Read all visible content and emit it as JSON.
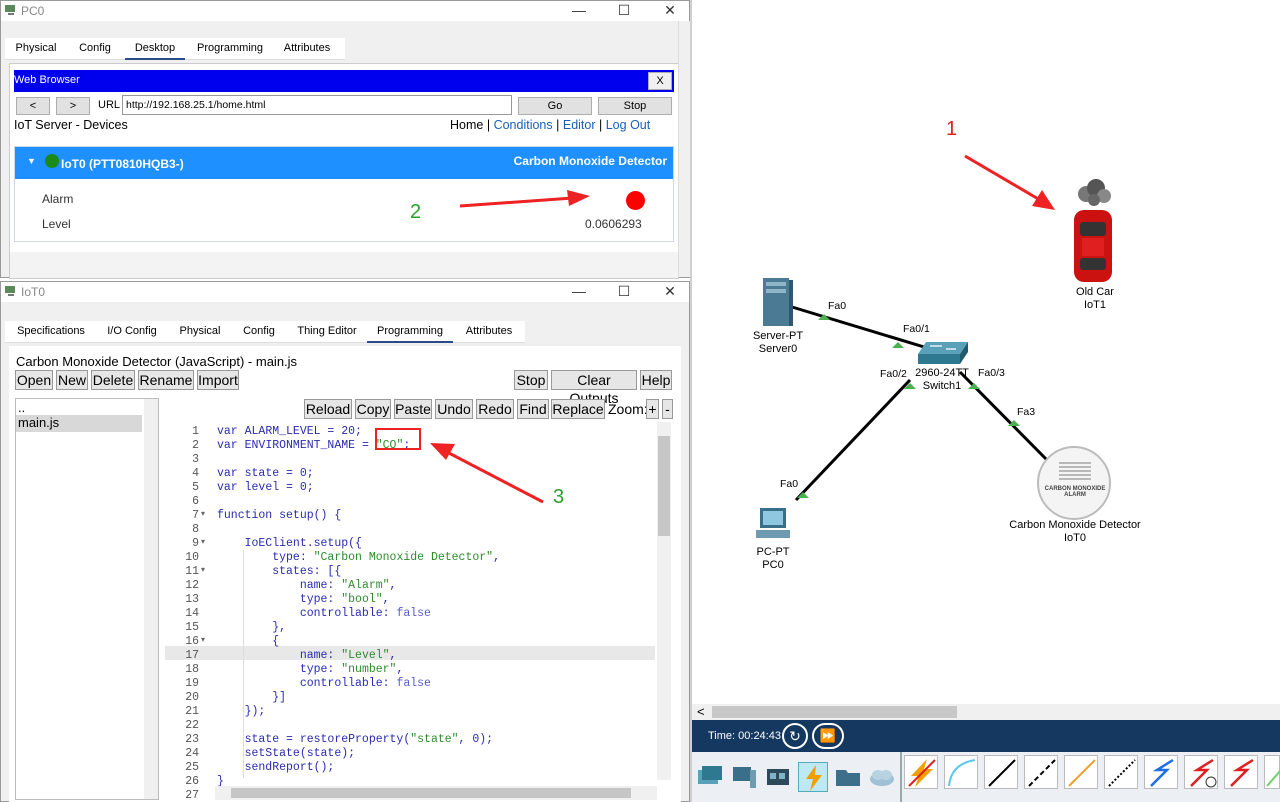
{
  "pc0_window": {
    "title": "PC0",
    "tabs": [
      "Physical",
      "Config",
      "Desktop",
      "Programming",
      "Attributes"
    ],
    "active_tab": "Desktop",
    "browser": {
      "title": "Web Browser",
      "close": "X",
      "back": "<",
      "forward": ">",
      "url_label": "URL",
      "url": "http://192.168.25.1/home.html",
      "go": "Go",
      "stop": "Stop",
      "page_title": "IoT Server - Devices",
      "nav": {
        "home": "Home",
        "sep": "|",
        "conditions": "Conditions",
        "editor": "Editor",
        "logout": "Log Out"
      },
      "device": {
        "name": "IoT0 (PTT0810HQB3-)",
        "type": "Carbon Monoxide Detector",
        "status_color": "#1a8a1a",
        "rows": [
          {
            "label": "Alarm",
            "value_kind": "indicator",
            "color": "#ff0000"
          },
          {
            "label": "Level",
            "value": "0.0606293"
          }
        ]
      }
    }
  },
  "iot0_window": {
    "title": "IoT0",
    "tabs": [
      "Specifications",
      "I/O Config",
      "Physical",
      "Config",
      "Thing Editor",
      "Programming",
      "Attributes"
    ],
    "active_tab": "Programming",
    "project_title": "Carbon Monoxide Detector (JavaScript) - main.js",
    "file_buttons": [
      "Open",
      "New",
      "Delete",
      "Rename",
      "Import"
    ],
    "run_buttons": [
      "Stop",
      "Clear Outputs",
      "Help"
    ],
    "files": [
      "..",
      "main.js"
    ],
    "editor_buttons": [
      "Reload",
      "Copy",
      "Paste",
      "Undo",
      "Redo",
      "Find",
      "Replace"
    ],
    "zoom_label": "Zoom:",
    "zoom_in": "+",
    "zoom_out": "-",
    "code_lines": [
      "var ALARM_LEVEL = 20;",
      "var ENVIRONMENT_NAME = \"CO\";",
      "",
      "var state = 0;",
      "var level = 0;",
      "",
      "function setup() {",
      "",
      "    IoEClient.setup({",
      "        type: \"Carbon Monoxide Detector\",",
      "        states: [{",
      "            name: \"Alarm\",",
      "            type: \"bool\",",
      "            controllable: false",
      "        },",
      "        {",
      "            name: \"Level\",",
      "            type: \"number\",",
      "            controllable: false",
      "        }]",
      "    });",
      "",
      "    state = restoreProperty(\"state\", 0);",
      "    setState(state);",
      "    sendReport();",
      "}",
      ""
    ]
  },
  "annotations": {
    "one": "1",
    "two": "2",
    "three": "3"
  },
  "topology": {
    "nodes": {
      "old_car": {
        "line1": "Old Car",
        "line2": "IoT1"
      },
      "server": {
        "line1": "Server-PT",
        "line2": "Server0"
      },
      "switch": {
        "line1": "2960-24TT",
        "line2": "Switch1"
      },
      "pc": {
        "line1": "PC-PT",
        "line2": "PC0"
      },
      "co_detector": {
        "line1": "Carbon Monoxide Detector",
        "line2": "IoT0",
        "icon_text": "CARBON MONOXIDE ALARM"
      }
    },
    "ports": {
      "server_fa0": "Fa0",
      "sw_fa01": "Fa0/1",
      "sw_fa02": "Fa0/2",
      "sw_fa03": "Fa0/3",
      "det_fa3": "Fa3",
      "pc_fa0": "Fa0"
    }
  },
  "bottom_bar": {
    "time_label": "Time: 00:24:43",
    "scroll_left": "<"
  }
}
